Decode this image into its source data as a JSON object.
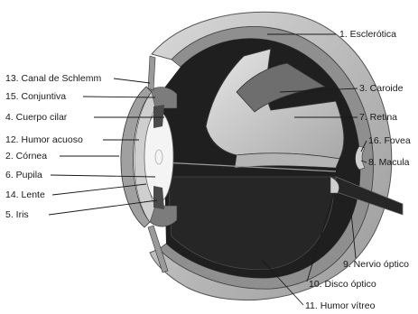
{
  "diagram": {
    "labels": {
      "esclerotica": "1. Esclerótica",
      "cornea": "2. Córnea",
      "caroide": "3. Caroide",
      "cuerpo_ciliar": "4. Cuerpo cilar",
      "iris": "5. Iris",
      "pupila": "6. Pupila",
      "retina": "7. Retina",
      "macula": "8. Macula",
      "nervio_optico": "9. Nervio óptico",
      "disco_optico": "10. Disco óptico",
      "humor_vitreo": "11. Humor vítreo",
      "humor_acuoso": "12. Humor acuoso",
      "canal_schlemm": "13. Canal de Schlemm",
      "lente": "14. Lente",
      "conjuntiva": "15. Conjuntiva",
      "fovea": "16. Fovea"
    },
    "colors": {
      "ink": "#1a1a1a",
      "outer_sclera": "#bdbdbd",
      "choroid": "#8f8f8f",
      "retina": "#d2d2d2",
      "cavity": "#1f1f1f",
      "lens": "#f4f4f4"
    }
  }
}
